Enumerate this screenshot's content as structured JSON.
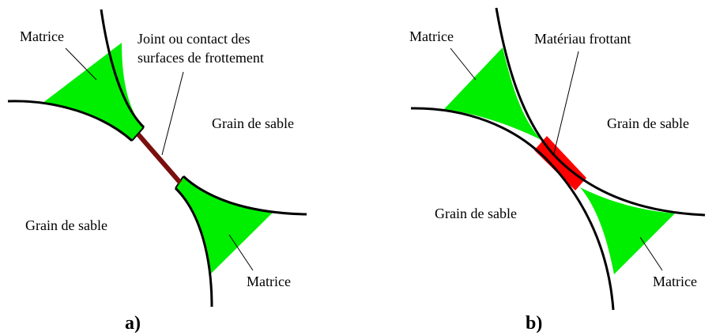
{
  "colors": {
    "matrix": "#00ee00",
    "joint": "#7a0f0f",
    "friction_material": "#ff0000",
    "grain_outline": "#000000"
  },
  "panel_a": {
    "matrix_top_label": "Matrice",
    "joint_label_line1": "Joint ou contact des",
    "joint_label_line2": "surfaces de frottement",
    "grain_right_label": "Grain de sable",
    "grain_left_label": "Grain de sable",
    "matrix_bottom_label": "Matrice",
    "panel_label": "a)"
  },
  "panel_b": {
    "matrix_top_label": "Matrice",
    "friction_label": "Matériau frottant",
    "grain_right_label": "Grain de sable",
    "grain_left_label": "Grain de sable",
    "matrix_bottom_label": "Matrice",
    "panel_label": "b)"
  }
}
